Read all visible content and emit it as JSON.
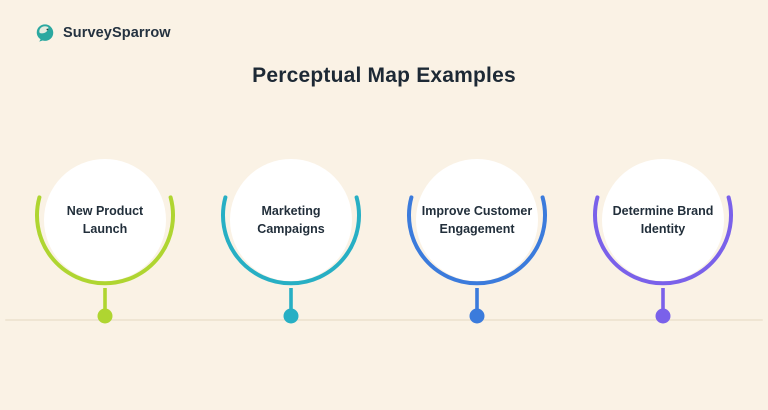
{
  "brand": {
    "name": "SurveySparrow"
  },
  "title": "Perceptual Map Examples",
  "items": [
    {
      "label": "New Product Launch",
      "color": "#AFD531"
    },
    {
      "label": "Marketing Campaigns",
      "color": "#27AFC4"
    },
    {
      "label": "Improve Customer Engagement",
      "color": "#3B7BDC"
    },
    {
      "label": "Determine Brand Identity",
      "color": "#7A61EA"
    }
  ],
  "colors": {
    "background": "#FAF2E5",
    "title_text": "#1D2935",
    "label_text": "#222F3B",
    "baseline": "#EFE5D3",
    "logo": "#2BA8A0",
    "circle_fill": "#FFFFFF"
  }
}
